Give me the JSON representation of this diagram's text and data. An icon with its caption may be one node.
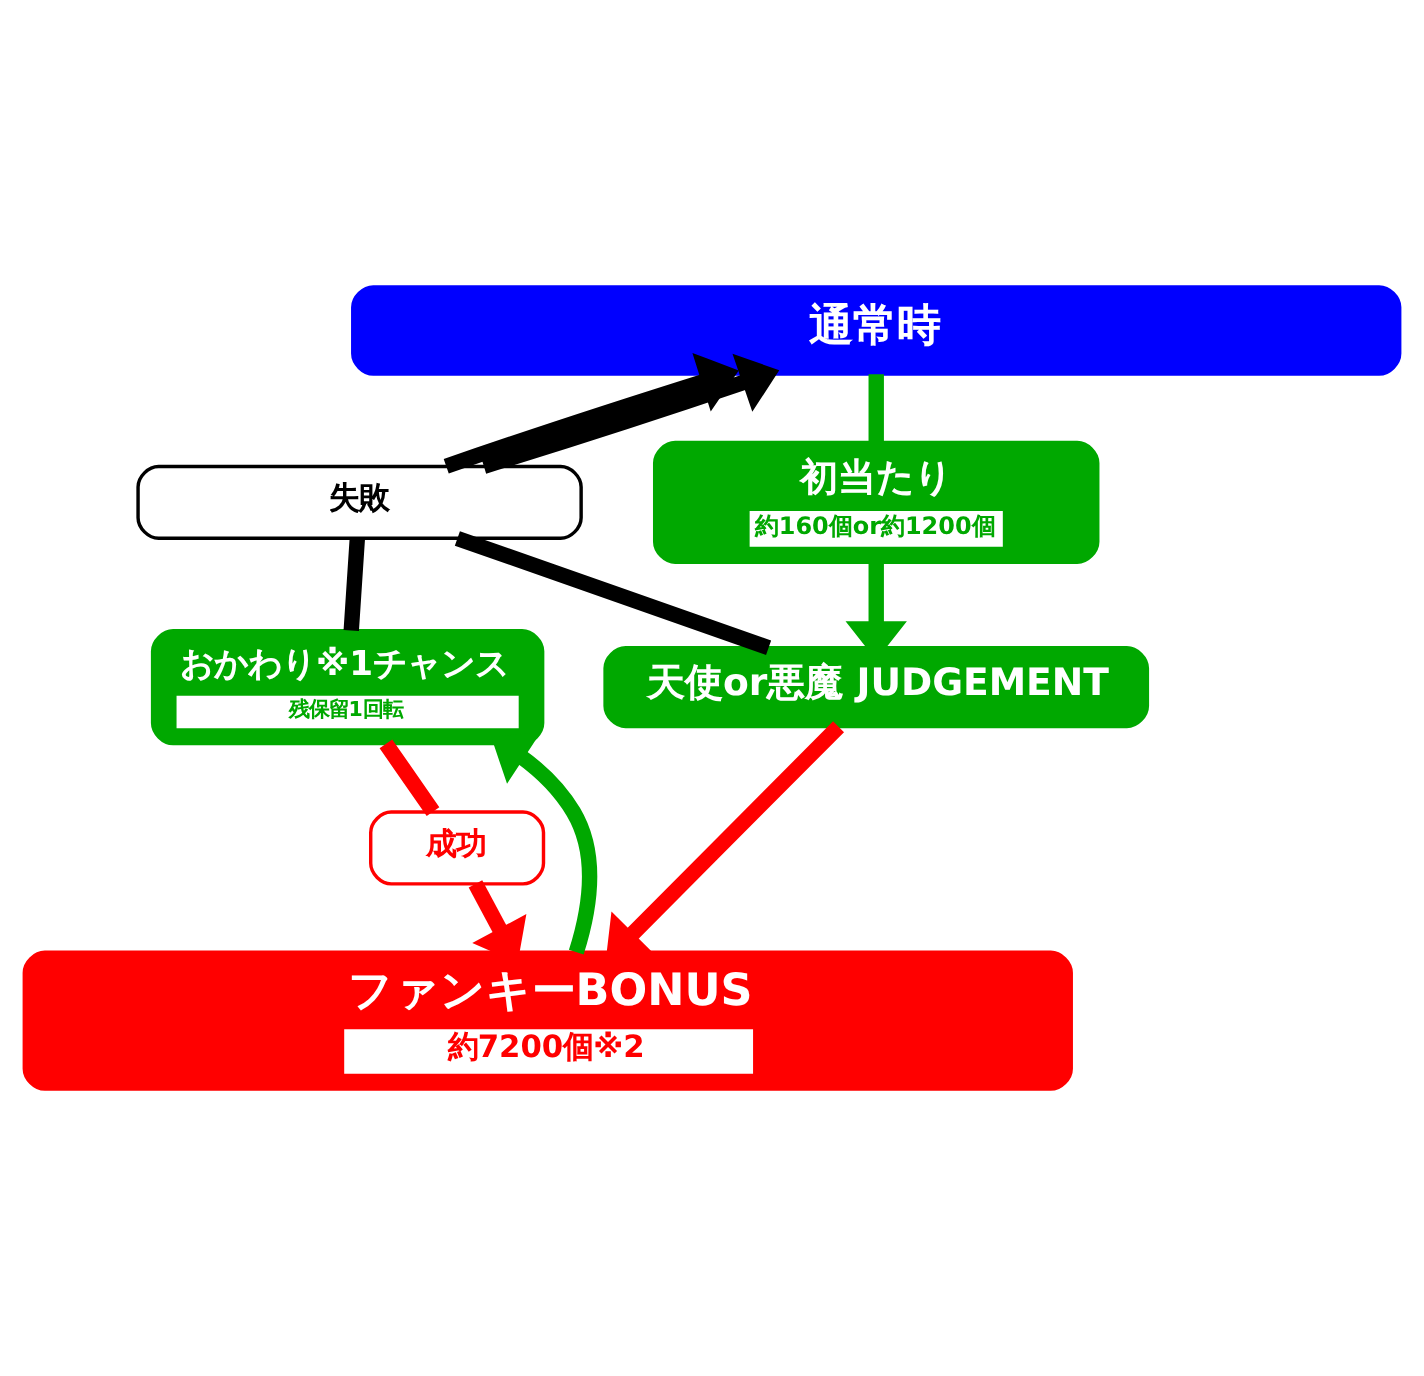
{
  "diagram": {
    "nodes": [
      {
        "text": [
          "通常時"
        ]
      },
      {
        "text": [
          "失敗"
        ]
      },
      {
        "text": [
          "初当たり",
          "約160個or約1200個"
        ]
      },
      {
        "text": [
          "おかわり※1チャンス",
          "残保留1回転"
        ]
      },
      {
        "text": [
          "天使or悪魔 JUDGEMENT"
        ]
      },
      {
        "text": [
          "成功"
        ]
      },
      {
        "text": [
          "ファンキーBONUS",
          "約7200個※2"
        ]
      }
    ],
    "edges": [
      {
        "from": 1,
        "to": 0,
        "arrow": "to"
      },
      {
        "from": 1,
        "to": 0,
        "arrow": "to"
      },
      {
        "from": 0,
        "to": 2,
        "arrow": "none",
        "color": "#00a800"
      },
      {
        "from": 3,
        "to": 1,
        "arrow": "none"
      },
      {
        "from": 4,
        "to": 1,
        "arrow": "none"
      },
      {
        "from": 2,
        "to": 4,
        "arrow": "to",
        "color": "#00a800"
      },
      {
        "from": 3,
        "to": 5,
        "arrow": "none",
        "color": "#ff0000"
      },
      {
        "from": 5,
        "to": 6,
        "arrow": "to",
        "color": "#ff0000"
      },
      {
        "from": 4,
        "to": 6,
        "arrow": "to",
        "color": "#ff0000"
      },
      {
        "from": 6,
        "to": 3,
        "arrow": "to",
        "color": "#00a800"
      }
    ]
  }
}
